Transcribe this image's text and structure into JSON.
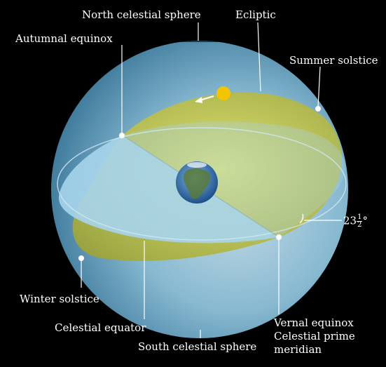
{
  "labels": {
    "north": "North celestial sphere",
    "ecliptic": "Ecliptic",
    "autumnal": "Autumnal equinox",
    "summer": "Summer solstice",
    "angle_whole": "23",
    "angle_num": "1",
    "angle_den": "2",
    "angle_unit": "°",
    "winter": "Winter solstice",
    "equator": "Celestial equator",
    "vernal": "Vernal equinox",
    "prime1": "Celestial prime",
    "prime2": "meridian",
    "south": "South celestial sphere"
  },
  "colors": {
    "background": "#000000",
    "sphere": "#8ec3dc",
    "equatorial_plane": "#9fd0ea",
    "ecliptic_plane": "#c9cf48",
    "sun": "#f3c400",
    "label_text": "#ffffff"
  }
}
